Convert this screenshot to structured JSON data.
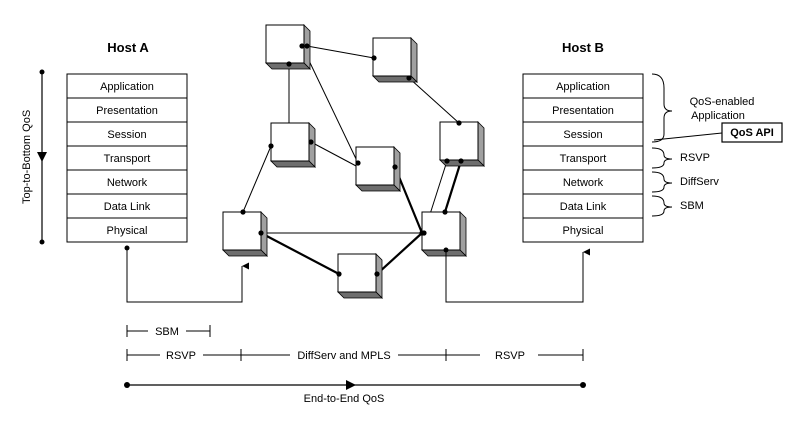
{
  "hosts": {
    "a": {
      "title": "Host A",
      "layers": [
        "Application",
        "Presentation",
        "Session",
        "Transport",
        "Network",
        "Data Link",
        "Physical"
      ]
    },
    "b": {
      "title": "Host B",
      "layers": [
        "Application",
        "Presentation",
        "Session",
        "Transport",
        "Network",
        "Data Link",
        "Physical"
      ]
    }
  },
  "left_axis_label": "Top-to-Bottom QoS",
  "annotations": {
    "qos_enabled_line1": "QoS-enabled",
    "qos_enabled_line2": "Application",
    "qos_api": "QoS API",
    "rsvp": "RSVP",
    "diffserv": "DiffServ",
    "sbm": "SBM"
  },
  "spans": {
    "sbm": "SBM",
    "rsvp_left": "RSVP",
    "diffserv_mpls": "DiffServ and MPLS",
    "rsvp_right": "RSVP",
    "end_to_end": "End-to-End  QoS"
  },
  "colors": {
    "stroke": "#000000",
    "box_shadow": "#a0a0a0",
    "box_face": "#ffffff"
  }
}
